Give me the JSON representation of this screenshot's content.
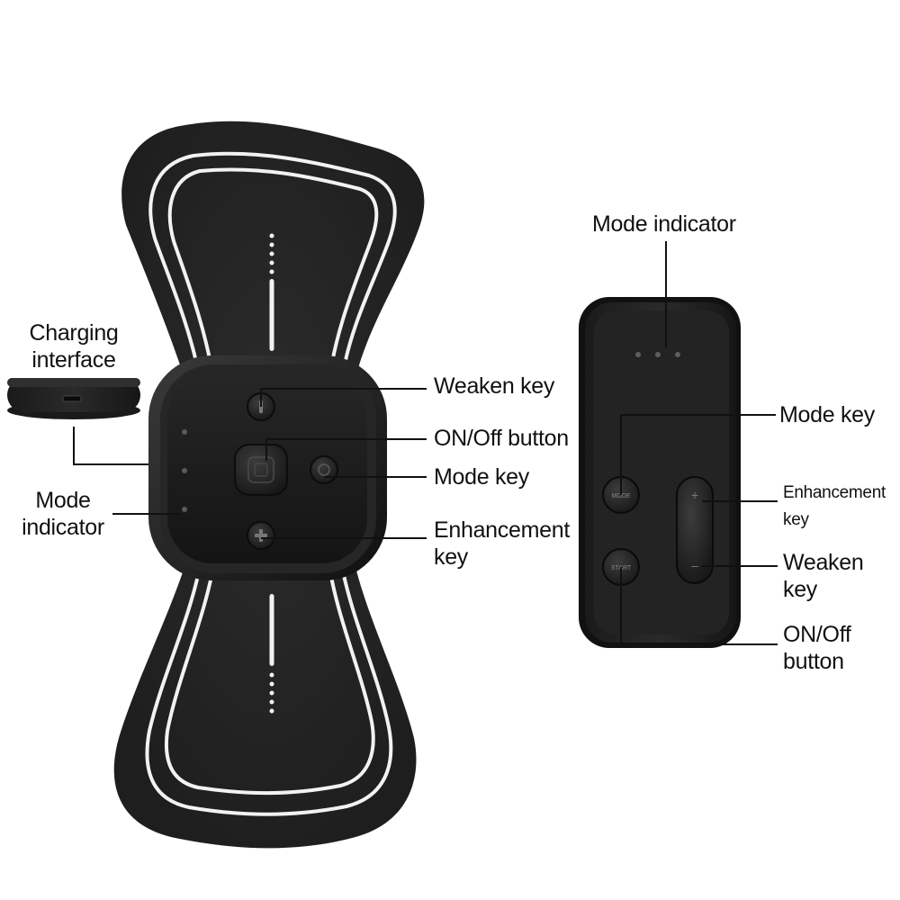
{
  "left_device": {
    "charging_interface": "Charging\ninterface",
    "mode_indicator": "Mode\nindicator",
    "weaken_key": "Weaken key",
    "on_off_button": "ON/Off button",
    "mode_key": "Mode key",
    "enhancement_key": "Enhancement\nkey"
  },
  "right_device": {
    "mode_indicator": "Mode indicator",
    "mode_key": "Mode key",
    "enhancement_key": "Enhancement\nkey",
    "weaken_key": "Weaken\nkey",
    "on_off_button": "ON/Off\nbutton",
    "mode_button_text": "MODE",
    "start_button_text": "START",
    "plus_sign": "+",
    "minus_sign": "–"
  },
  "colors": {
    "pad": "#232323",
    "pad_stripe": "#f2f2f2",
    "controller": "#1c1c1c",
    "leader_line": "#111111"
  }
}
